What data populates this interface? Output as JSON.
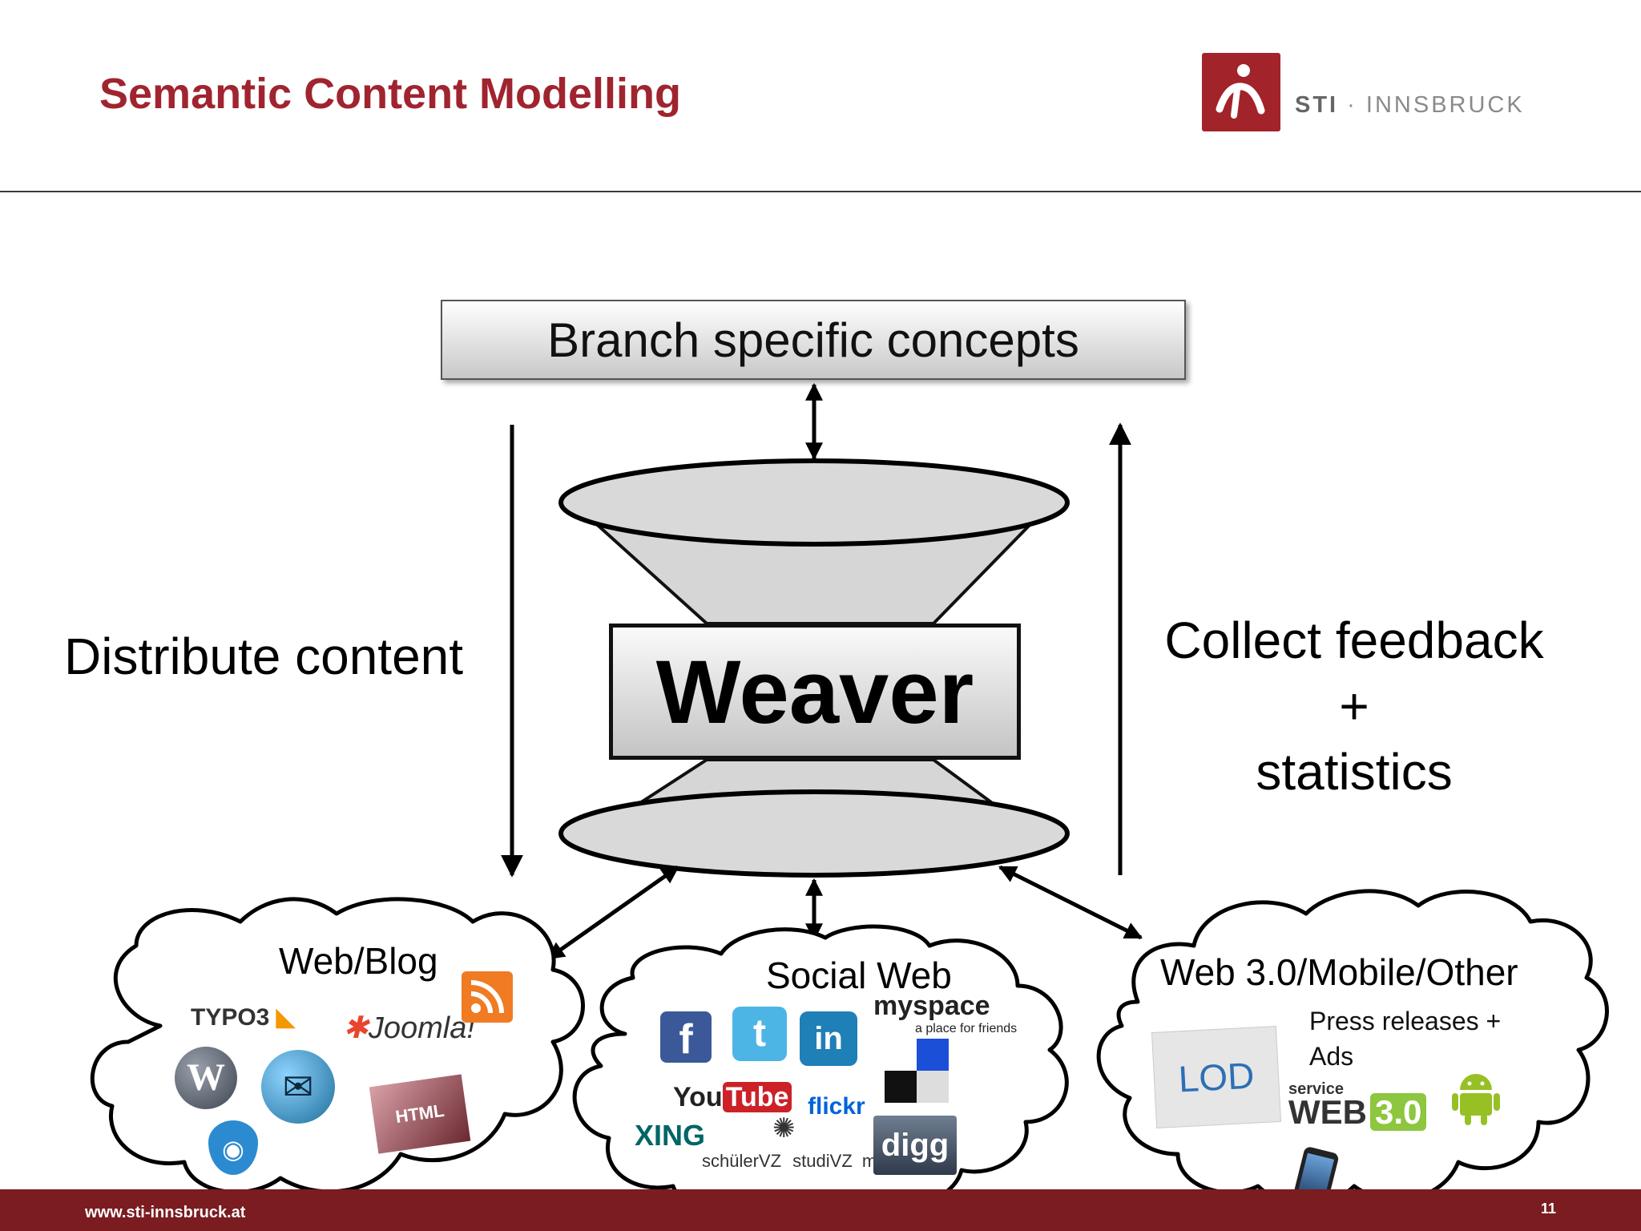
{
  "header": {
    "title": "Semantic Content Modelling",
    "logo": {
      "brand": "STI",
      "separator": " · ",
      "name": "INNSBRUCK",
      "color": "#a3232a"
    }
  },
  "diagram": {
    "top_box": "Branch specific concepts",
    "center_box": "Weaver",
    "left_label": "Distribute content",
    "right_label": {
      "line1": "Collect feedback",
      "line2": "+",
      "line3": "statistics"
    },
    "clouds": [
      {
        "label": "Web/Blog",
        "logos": [
          "TYPO3",
          "Joomla!",
          "RSS feed icon",
          "WordPress icon",
          "Mail icon",
          "HTML",
          "Drupal icon"
        ]
      },
      {
        "label": "Social Web",
        "logos": [
          "f",
          "Twitter icon",
          "in",
          "myspace",
          "a place for friends",
          "Delicious icon",
          "You",
          "Tube",
          "flickr",
          "XING",
          "schülerVZ",
          "studiVZ",
          "mei",
          "digg"
        ]
      },
      {
        "label": "Web 3.0/Mobile/Other",
        "note_line1": "Press releases +",
        "note_line2": "Ads",
        "logos": [
          "LOD",
          "service",
          "WEB",
          "3.0",
          "Android icon",
          "Phone icon"
        ]
      }
    ]
  },
  "footer": {
    "url": "www.sti-innsbruck.at",
    "page": "11"
  },
  "colors": {
    "accent": "#a0242f",
    "footer_bar": "#7a1c20"
  }
}
